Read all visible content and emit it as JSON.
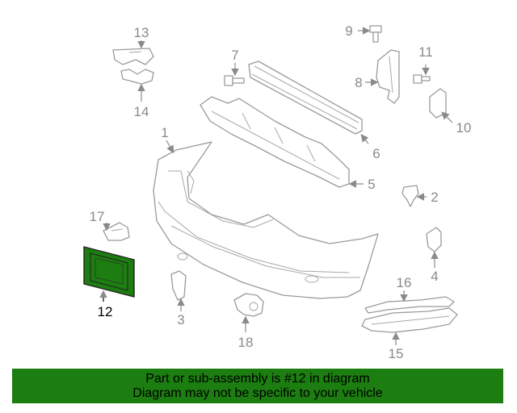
{
  "diagram": {
    "callouts": [
      "1",
      "2",
      "3",
      "4",
      "5",
      "6",
      "7",
      "8",
      "9",
      "10",
      "11",
      "12",
      "13",
      "14",
      "15",
      "16",
      "17",
      "18"
    ],
    "highlighted_part": "12",
    "highlight_color": "#1c7d10"
  },
  "footer": {
    "line1": "Part or sub-assembly is #12 in diagram",
    "line2": "Diagram may not be specific to your vehicle",
    "background": "#1c7d10"
  }
}
